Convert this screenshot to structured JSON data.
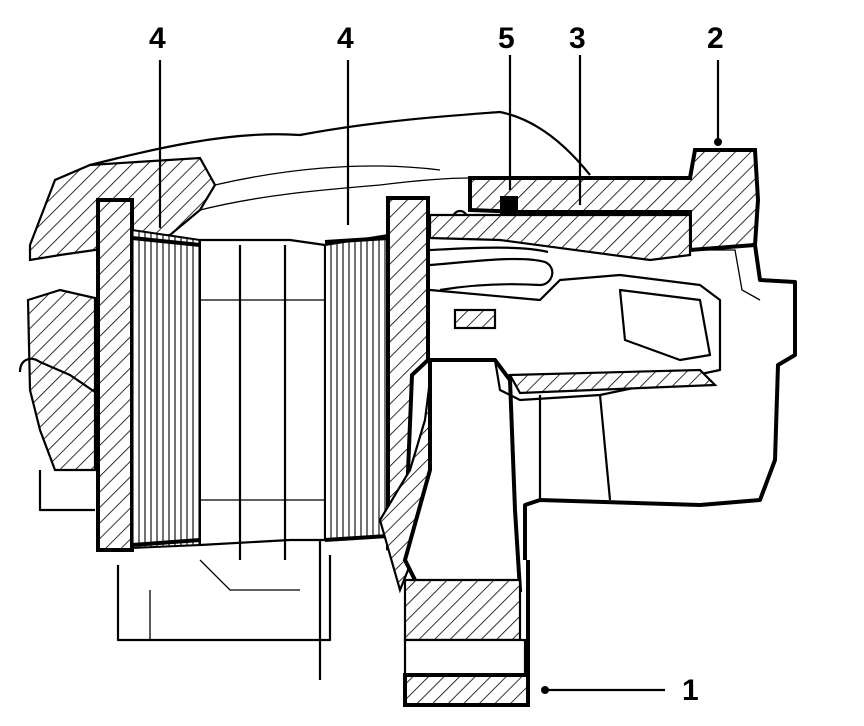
{
  "callouts": [
    {
      "id": "4a",
      "text": "4"
    },
    {
      "id": "4b",
      "text": "4"
    },
    {
      "id": "5",
      "text": "5"
    },
    {
      "id": "3",
      "text": "3"
    },
    {
      "id": "2",
      "text": "2"
    },
    {
      "id": "1",
      "text": "1"
    }
  ]
}
